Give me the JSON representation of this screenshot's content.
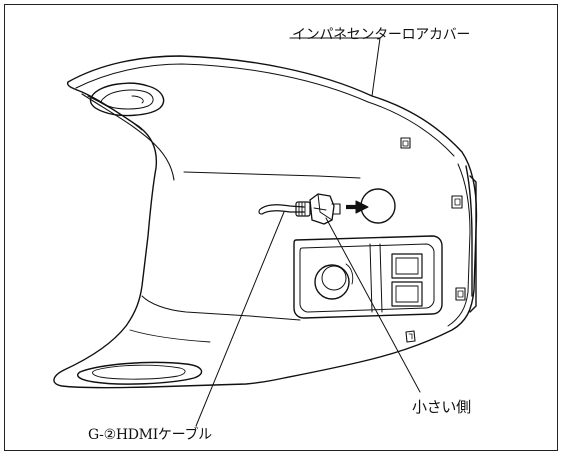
{
  "callouts": {
    "cover": "インパネセンターロアカバー",
    "small_side": "小さい側",
    "cable": "G-②HDMIケーブル"
  }
}
